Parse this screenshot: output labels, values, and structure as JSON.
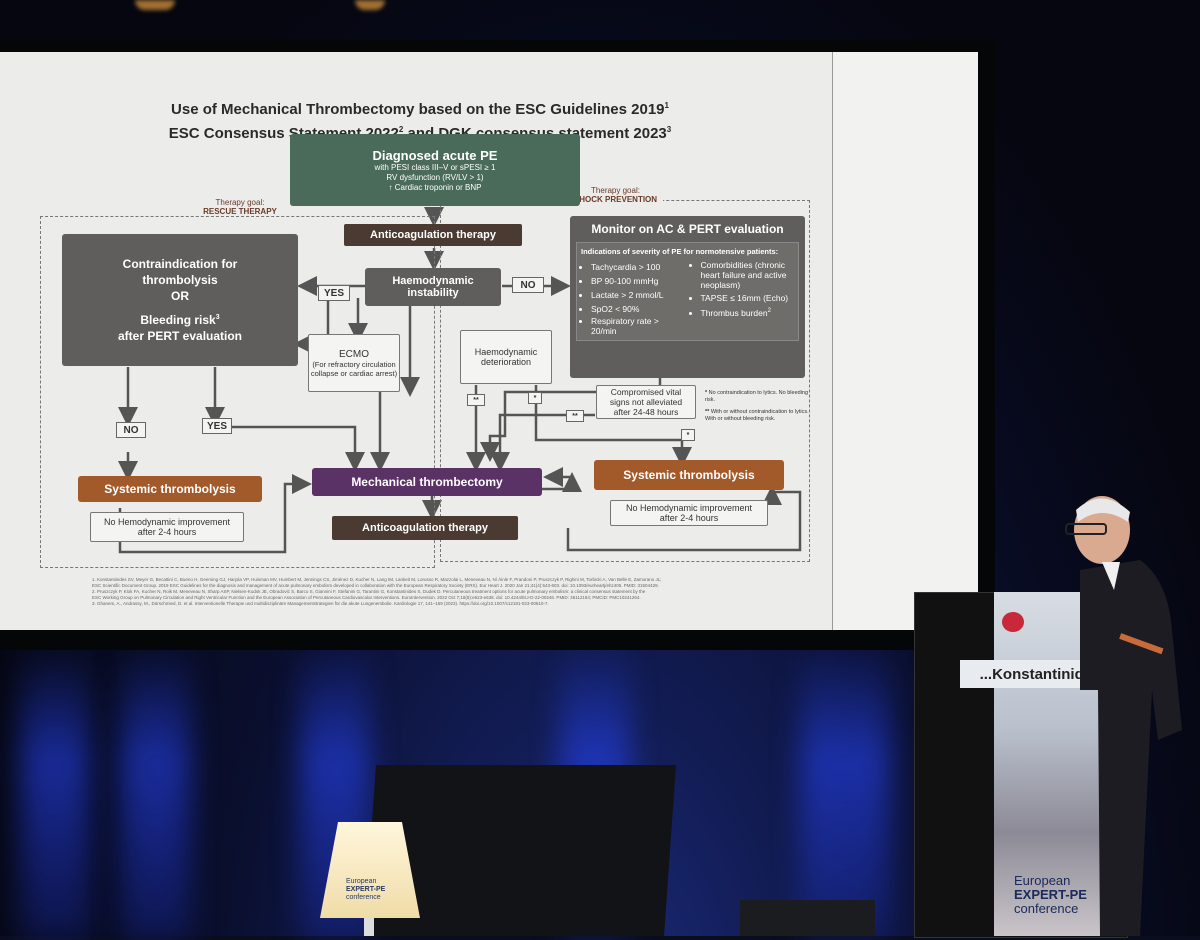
{
  "slide": {
    "title_line1": "Use of Mechanical Thrombectomy based on the ESC Guidelines 2019",
    "title_line1_sup": "1",
    "title_line2": "ESC Consensus Statement 2022",
    "title_line2_sup": "2",
    "title_line2_rest": " and DGK consensus statement 2023",
    "title_line2_sup2": "3",
    "diagnosed": {
      "heading": "Diagnosed acute PE",
      "lines": [
        "with PESI class III–V or sPESI ≥ 1",
        "RV dysfunction  (RV/LV > 1)",
        "↑ Cardiac troponin or BNP"
      ]
    },
    "goal_rescue_small": "Therapy goal:",
    "goal_rescue": "RESCUE THERAPY",
    "goal_shock_small": "Therapy goal:",
    "goal_shock": "SHOCK PREVENTION",
    "anticoag_top": "Anticoagulation therapy",
    "contraindication": {
      "line1": "Contraindication for",
      "line2": "thrombolysis",
      "line3": "OR",
      "line4": "Bleeding risk",
      "line4_sup": "3",
      "line5": "after PERT evaluation"
    },
    "haemo_instability": "Haemodynamic instability",
    "yes_label": "YES",
    "no_label": "NO",
    "ecmo": {
      "heading": "ECMO",
      "text": "(For refractory circulation collapse or cardiac arrest)"
    },
    "monitor": {
      "heading": "Monitor on AC & PERT evaluation",
      "indications": "Indications of severity of PE for normotensive patients:",
      "left_bullets": [
        "Tachycardia > 100",
        "BP 90-100 mmHg",
        "Lactate > 2 mmol/L",
        "SpO2 < 90%",
        "Respiratory rate > 20/min"
      ],
      "right_bullets": [
        "Comorbidities (chronic heart failure and active neoplasm)",
        "TAPSE ≤ 16mm (Echo)",
        "Thrombus burden"
      ],
      "thrombus_sup": "2"
    },
    "haemo_deterioration": "Haemodynamic deterioration",
    "compromised": "Compromised vital signs not alleviated after 24-48 hours",
    "footnote_single": "No contraindication to lytics. No bleeding risk.",
    "footnote_double": "With or without contraindication to lytics. With or without bleeding risk.",
    "star_single": "*",
    "star_double": "**",
    "no_left": "NO",
    "yes_left": "YES",
    "systemic_left": "Systemic thrombolysis",
    "mechanical": "Mechanical thrombectomy",
    "systemic_right": "Systemic thrombolysis",
    "no_improve_left": "No Hemodynamic improvement after 2-4 hours",
    "anticoag_bottom": "Anticoagulation therapy",
    "no_improve_right": "No Hemodynamic improvement after 2-4 hours",
    "references": [
      "1.  Konstantinides SV, Meyer G, Becattini C, Bueno H, Geersing GJ, Harjola VP, Huisman MV, Humbert M, Jennings CS, Jiménez D, Kucher N, Lang IM, Lankeit M, Lorusso R, Mazzolai L, Meneveau N, Ní Áinle F, Prandoni P, Pruszczyk P, Righini M, Torbicki A, Van Belle E, Zamorano JL;",
      "ESC Scientific Document Group. 2019 ESC Guidelines for the diagnosis and management of acute pulmonary embolism developed in collaboration with the European Respiratory Society (ERS). Eur Heart J. 2020 Jan 21;41(4):543-603. doi: 10.1093/eurheartj/ehz405. PMID: 31504429.",
      "2.  Pruszczyk P, Klok FA, Kucher N, Roik M, Meneveau N, Sharp ASP, Nielsen-Kudsk JE, Obradović S, Barco S, Giannini F, Stefanini G, Tarantini G, Konstantinides S, Dudek D. Percutaneous treatment options for acute pulmonary embolism: a clinical consensus statement by the",
      "ESC Working Group on Pulmonary Circulation and Right Ventricular Function and the European Association of Percutaneous Cardiovascular Interventions. EuroIntervention. 2022 Oct 7;18(8):e623-e638. doi: 10.4244/EIJ-D-22-00246. PMID: 36112184; PMCID: PMC10241264.",
      "3.  Ghanem, A., Andrassy, M., Dürschmied, D. et al. Interventionelle Therapie und multidisziplinäre Managementstrategien für die akute Lungenembolie. Kardiologie 17, 141–159 (2023). https://doi.org/10.1007/s12181-023-00610-7."
    ]
  },
  "stage": {
    "nameplate": "...Konstantinides",
    "podium_logo": [
      "European",
      "EXPERT-PE",
      "conference"
    ],
    "lamp_logo": [
      "European",
      "EXPERT-PE",
      "conference"
    ]
  }
}
